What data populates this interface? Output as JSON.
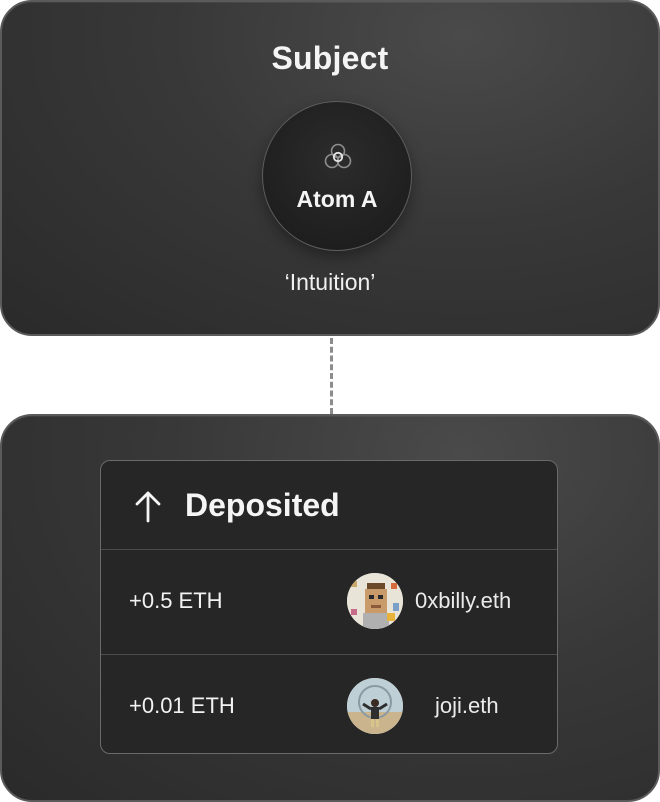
{
  "subject": {
    "title": "Subject",
    "atom_label": "Atom A",
    "value": "‘Intuition’",
    "icon": "atom-icon"
  },
  "deposits": {
    "header_icon": "arrow-up-icon",
    "title": "Deposited",
    "rows": [
      {
        "amount": "+0.5 ETH",
        "handle": "0xbilly.eth",
        "avatar": "pixel-punk-avatar"
      },
      {
        "amount": "+0.01 ETH",
        "handle": "joji.eth",
        "avatar": "photo-avatar"
      }
    ]
  },
  "colors": {
    "card_background": "#383838",
    "card_border": "#5a5a5a",
    "panel_background": "#262626",
    "text": "#f2f2f2",
    "connector": "#8c8c8c"
  }
}
